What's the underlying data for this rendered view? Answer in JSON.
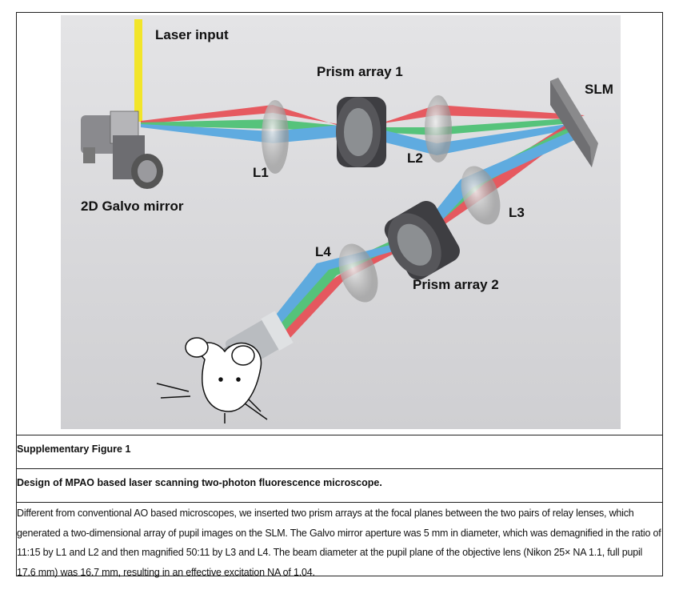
{
  "figure": {
    "labels": {
      "laser_input": "Laser input",
      "prism_array_1": "Prism array 1",
      "slm": "SLM",
      "l1": "L1",
      "l2": "L2",
      "galvo": "2D Galvo mirror",
      "l3": "L3",
      "l4": "L4",
      "prism_array_2": "Prism array 2"
    },
    "colors": {
      "laser": "#f2e52a",
      "red": "#e8434a",
      "green": "#3fbf6a",
      "blue": "#4aa3e0",
      "background": "#d9d9db"
    }
  },
  "caption": {
    "label": "Supplementary Figure 1",
    "title": "Design of MPAO based laser scanning two-photon fluorescence microscope.",
    "body": "Different from conventional AO based microscopes, we inserted two prism arrays at the focal planes between the two pairs of relay lenses, which generated a two-dimensional array of pupil images on the SLM. The Galvo mirror aperture was 5 mm in diameter, which was demagnified in the ratio of 11:15 by L1 and L2 and then magnified 50:11 by L3 and L4. The beam diameter at the pupil plane of the objective lens (Nikon 25× NA 1.1, full pupil 17.6 mm) was 16.7 mm, resulting in an effective excitation NA of 1.04."
  }
}
